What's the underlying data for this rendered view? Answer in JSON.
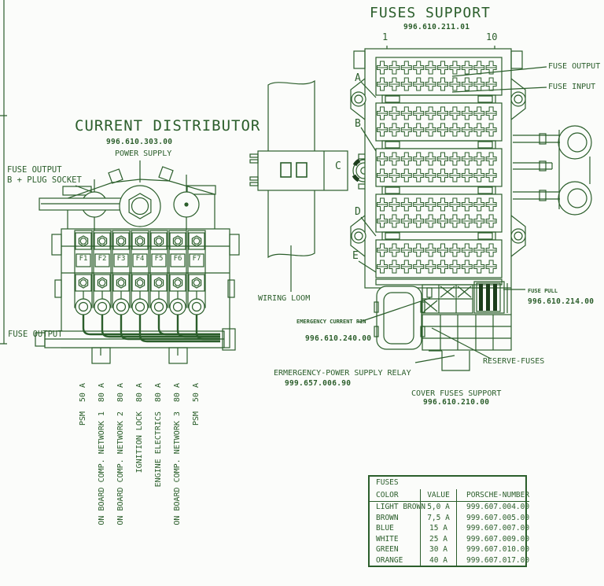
{
  "colors": {
    "line": "#2b5e2b",
    "dark": "#1b3d1b",
    "background": "#fbfcfa"
  },
  "page": {
    "fuses_support": {
      "title": "FUSES SUPPORT",
      "part_number": "996.610.211.01",
      "pin_start": "1",
      "pin_end": "10",
      "rows": [
        "A",
        "B",
        "C",
        "D",
        "E"
      ],
      "labels": {
        "fuse_output": "FUSE OUTPUT",
        "fuse_input": "FUSE INPUT",
        "wiring_loom": "WIRING LOOM",
        "emergency_pin": "EMERGENCY CURRENT PIN",
        "emergency_pin_part": "996.610.240.00",
        "relay": "ERMERGENCY-POWER SUPPLY RELAY",
        "relay_part": "999.657.006.90",
        "cover": "COVER FUSES SUPPORT",
        "cover_part": "996.610.210.00",
        "reserve_fuses": "RESERVE-FUSES",
        "fuse_pull": "FUSE PULL",
        "fuse_pull_part": "996.610.214.00"
      }
    },
    "current_distributor": {
      "title": "CURRENT DISTRIBUTOR",
      "part_number": "996.610.303.00",
      "power_supply": "POWER SUPPLY",
      "fuse_output_top": "FUSE OUTPUT",
      "plug_socket": "B + PLUG SOCKET",
      "fuse_output_bottom": "FUSE OUTPUT",
      "fuses": [
        {
          "id": "F1",
          "circuit": "PSM",
          "amp": "50 A"
        },
        {
          "id": "F2",
          "circuit": "ON BOARD COMP. NETWORK 1",
          "amp": "80 A"
        },
        {
          "id": "F3",
          "circuit": "ON BOARD COMP. NETWORK 2",
          "amp": "80 A"
        },
        {
          "id": "F4",
          "circuit": "IGNITION LOCK",
          "amp": "80 A"
        },
        {
          "id": "F5",
          "circuit": "ENGINE ELECTRICS",
          "amp": "80 A"
        },
        {
          "id": "F6",
          "circuit": "ON BOARD COMP. NETWORK 3",
          "amp": "80 A"
        },
        {
          "id": "F7",
          "circuit": "PSM",
          "amp": "50 A"
        }
      ]
    },
    "fuse_table": {
      "header_group": "FUSES",
      "columns": [
        "COLOR",
        "VALUE",
        "PORSCHE-NUMBER"
      ],
      "rows": [
        [
          "LIGHT BROWN",
          "5,0 A",
          "999.607.004.00"
        ],
        [
          "BROWN",
          "7,5 A",
          "999.607.005.00"
        ],
        [
          "BLUE",
          "15 A",
          "999.607.007.00"
        ],
        [
          "WHITE",
          "25 A",
          "999.607.009.00"
        ],
        [
          "GREEN",
          "30 A",
          "999.607.010.00"
        ],
        [
          "ORANGE",
          "40 A",
          "999.607.017.00"
        ]
      ]
    }
  }
}
